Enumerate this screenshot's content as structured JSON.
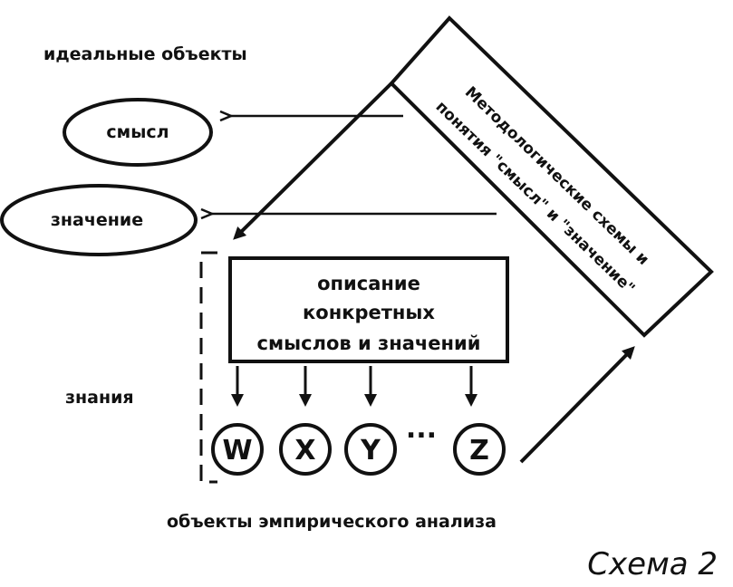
{
  "ideal_objects_label": "идеальные объекты",
  "meaning_ellipse": "смысл",
  "significance_ellipse": "значение",
  "description_box": {
    "line1": "описание",
    "line2": "конкретных",
    "line3": "смыслов и значений"
  },
  "knowledge_label": "знания",
  "objects": [
    "W",
    "X",
    "Y",
    "Z"
  ],
  "ellipsis": "...",
  "empirical_label": "объекты эмпирического анализа",
  "rotated_box": {
    "line1": "Методологические схемы и",
    "line2": "понятия \"смысл\" и \"значение\""
  },
  "caption": "Схема 2"
}
